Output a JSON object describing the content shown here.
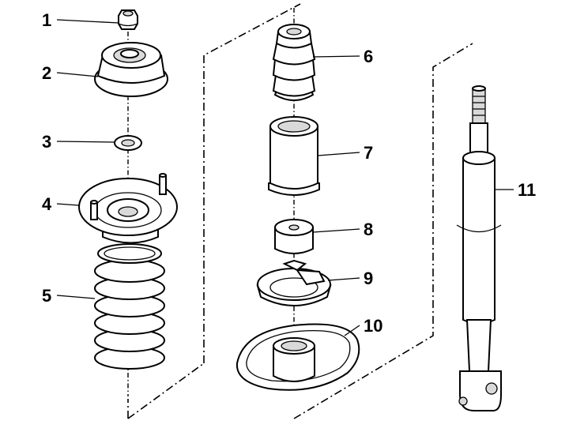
{
  "parts": [
    {
      "id": "nut",
      "label": "1"
    },
    {
      "id": "upper-mount",
      "label": "2"
    },
    {
      "id": "washer",
      "label": "3"
    },
    {
      "id": "spring-top-mount",
      "label": "4"
    },
    {
      "id": "coil-spring",
      "label": "5"
    },
    {
      "id": "bump-stop",
      "label": "6"
    },
    {
      "id": "dust-boot",
      "label": "7"
    },
    {
      "id": "buffer",
      "label": "8"
    },
    {
      "id": "spring-seat-upper",
      "label": "9"
    },
    {
      "id": "spring-seat-lower",
      "label": "10"
    },
    {
      "id": "shock-absorber",
      "label": "11"
    }
  ]
}
